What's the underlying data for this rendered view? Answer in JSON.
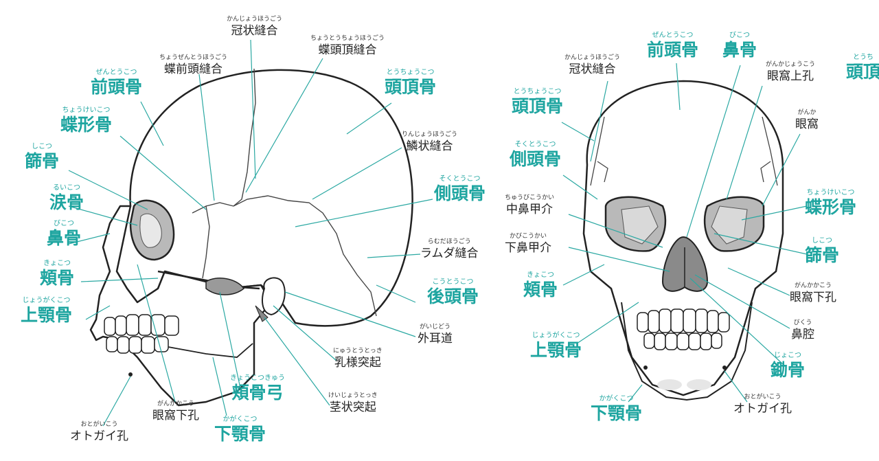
{
  "colors": {
    "teal": "#1ea5a0",
    "dark": "#222222",
    "bone_fill": "#ffffff",
    "orbit_fill": "#b9b9b9",
    "nasal_fill": "#8a8a8a"
  },
  "lateral": {
    "labels": [
      {
        "id": "kanjo-hogo",
        "ruby": "かんじょうほうごう",
        "text": "冠状縫合",
        "style": "dark"
      },
      {
        "id": "chotocho-hogo",
        "ruby": "ちょうとうちょうほうごう",
        "text": "蝶頭頂縫合",
        "style": "dark"
      },
      {
        "id": "chozento-hogo",
        "ruby": "ちょうぜんとうほうごう",
        "text": "蝶前頭縫合",
        "style": "dark"
      },
      {
        "id": "zentokotsu",
        "ruby": "ぜんとうこつ",
        "text": "前頭骨",
        "style": "teal"
      },
      {
        "id": "tochokotsu",
        "ruby": "とうちょうこつ",
        "text": "頭頂骨",
        "style": "teal"
      },
      {
        "id": "choukeikotsu",
        "ruby": "ちょうけいこつ",
        "text": "蝶形骨",
        "style": "teal"
      },
      {
        "id": "rinjo-hogo",
        "ruby": "りんじょうほうごう",
        "text": "鱗状縫合",
        "style": "dark"
      },
      {
        "id": "shikotsu",
        "ruby": "しこつ",
        "text": "篩骨",
        "style": "teal"
      },
      {
        "id": "sokutokotsu",
        "ruby": "そくとうこつ",
        "text": "側頭骨",
        "style": "teal"
      },
      {
        "id": "ruikotsu",
        "ruby": "るいこつ",
        "text": "涙骨",
        "style": "teal"
      },
      {
        "id": "bikotsu",
        "ruby": "びこつ",
        "text": "鼻骨",
        "style": "teal"
      },
      {
        "id": "ramuda-hogo",
        "ruby": "らむだほうごう",
        "text": "ラムダ縫合",
        "style": "dark"
      },
      {
        "id": "kyokotsu",
        "ruby": "きょこつ",
        "text": "頬骨",
        "style": "teal"
      },
      {
        "id": "kotokotsu",
        "ruby": "こうとうこつ",
        "text": "後頭骨",
        "style": "teal"
      },
      {
        "id": "jogakukotsu",
        "ruby": "じょうがくこつ",
        "text": "上顎骨",
        "style": "teal"
      },
      {
        "id": "gaijido",
        "ruby": "がいじどう",
        "text": "外耳道",
        "style": "dark"
      },
      {
        "id": "nyutotokki",
        "ruby": "にゅうとうとっき",
        "text": "乳様突起",
        "style": "dark"
      },
      {
        "id": "kyokotsukyu",
        "ruby": "きょうこつきゅう",
        "text": "頬骨弓",
        "style": "teal"
      },
      {
        "id": "keijotokki",
        "ruby": "けいじょうとっき",
        "text": "茎状突起",
        "style": "dark"
      },
      {
        "id": "gankakaka",
        "ruby": "がんかかこう",
        "text": "眼窩下孔",
        "style": "dark"
      },
      {
        "id": "kagakukotsu",
        "ruby": "かがくこつ",
        "text": "下顎骨",
        "style": "teal"
      },
      {
        "id": "otogaiko",
        "ruby": "おとがいこう",
        "text": "オトガイ孔",
        "style": "dark"
      }
    ]
  },
  "frontal": {
    "labels": [
      {
        "id": "f-zentokotsu",
        "ruby": "ぜんとうこつ",
        "text": "前頭骨",
        "style": "teal"
      },
      {
        "id": "f-bikotsu",
        "ruby": "びこつ",
        "text": "鼻骨",
        "style": "teal"
      },
      {
        "id": "f-tocho-cut",
        "ruby": "とうち",
        "text": "頭頂",
        "style": "teal"
      },
      {
        "id": "f-kanjo-hogo",
        "ruby": "かんじょうほうごう",
        "text": "冠状縫合",
        "style": "dark"
      },
      {
        "id": "f-gankajo",
        "ruby": "がんかじょうこう",
        "text": "眼窩上孔",
        "style": "dark"
      },
      {
        "id": "f-tochokotsu",
        "ruby": "とうちょうこつ",
        "text": "頭頂骨",
        "style": "teal"
      },
      {
        "id": "f-ganka",
        "ruby": "がんか",
        "text": "眼窩",
        "style": "dark"
      },
      {
        "id": "f-sokutokotsu",
        "ruby": "そくとうこつ",
        "text": "側頭骨",
        "style": "teal"
      },
      {
        "id": "f-chubikokai",
        "ruby": "ちゅうびこうかい",
        "text": "中鼻甲介",
        "style": "dark"
      },
      {
        "id": "f-choukeikotsu",
        "ruby": "ちょうけいこつ",
        "text": "蝶形骨",
        "style": "teal"
      },
      {
        "id": "f-kabikokai",
        "ruby": "かびこうかい",
        "text": "下鼻甲介",
        "style": "dark"
      },
      {
        "id": "f-shikotsu",
        "ruby": "しこつ",
        "text": "篩骨",
        "style": "teal"
      },
      {
        "id": "f-kyokotsu",
        "ruby": "きょこつ",
        "text": "頬骨",
        "style": "teal"
      },
      {
        "id": "f-gankakaka",
        "ruby": "がんかかこう",
        "text": "眼窩下孔",
        "style": "dark"
      },
      {
        "id": "f-bikuu",
        "ruby": "びくう",
        "text": "鼻腔",
        "style": "dark"
      },
      {
        "id": "f-jogakukotsu",
        "ruby": "じょうがくこつ",
        "text": "上顎骨",
        "style": "teal"
      },
      {
        "id": "f-jokotsu",
        "ruby": "じょこつ",
        "text": "鋤骨",
        "style": "teal"
      },
      {
        "id": "f-otogaiko",
        "ruby": "おとがいこう",
        "text": "オトガイ孔",
        "style": "dark"
      },
      {
        "id": "f-kagakukotsu",
        "ruby": "かがくこつ",
        "text": "下顎骨",
        "style": "teal"
      }
    ]
  }
}
